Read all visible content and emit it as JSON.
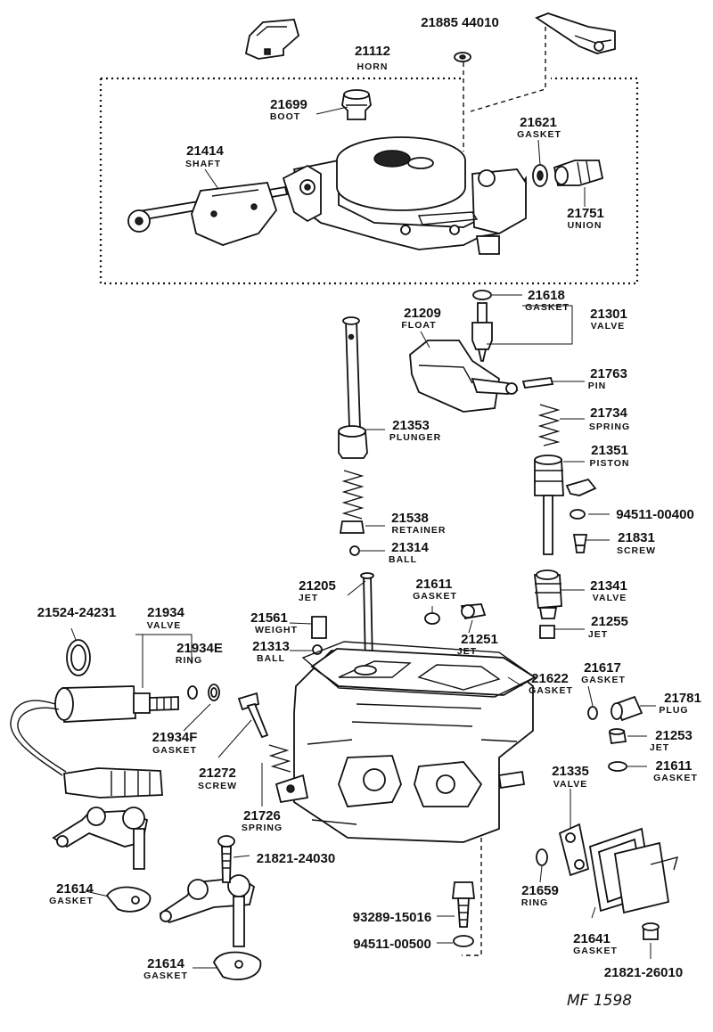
{
  "parts": {
    "p21885": {
      "num": "21885 44010"
    },
    "p21112": {
      "num": "21112",
      "name": "HORN"
    },
    "p21699": {
      "num": "21699",
      "name": "BOOT"
    },
    "p21414": {
      "num": "21414",
      "name": "SHAFT"
    },
    "p21621": {
      "num": "21621",
      "name": "GASKET"
    },
    "p21751": {
      "num": "21751",
      "name": "UNION"
    },
    "p21618": {
      "num": "21618",
      "name": "GASKET"
    },
    "p21209": {
      "num": "21209",
      "name": "FLOAT"
    },
    "p21301": {
      "num": "21301",
      "name": "VALVE"
    },
    "p21763": {
      "num": "21763",
      "name": "PIN"
    },
    "p21353": {
      "num": "21353",
      "name": "PLUNGER"
    },
    "p21734": {
      "num": "21734",
      "name": "SPRING"
    },
    "p21351": {
      "num": "21351",
      "name": "PISTON"
    },
    "p94511a": {
      "num": "94511-00400"
    },
    "p21538": {
      "num": "21538",
      "name": "RETAINER"
    },
    "p21831": {
      "num": "21831",
      "name": "SCREW"
    },
    "p21314": {
      "num": "21314",
      "name": "BALL"
    },
    "p21205": {
      "num": "21205",
      "name": "JET"
    },
    "p21611a": {
      "num": "21611",
      "name": "GASKET"
    },
    "p21341": {
      "num": "21341",
      "name": "VALVE"
    },
    "p21524": {
      "num": "21524-24231"
    },
    "p21934": {
      "num": "21934",
      "name": "VALVE"
    },
    "p21561": {
      "num": "21561",
      "name": "WEIGHT"
    },
    "p21255": {
      "num": "21255",
      "name": "JET"
    },
    "p21934E": {
      "num": "21934E",
      "name": "RING"
    },
    "p21251": {
      "num": "21251",
      "name": "JET"
    },
    "p21313": {
      "num": "21313",
      "name": "BALL"
    },
    "p21622": {
      "num": "21622",
      "name": "GASKET"
    },
    "p21617": {
      "num": "21617",
      "name": "GASKET"
    },
    "p21781": {
      "num": "21781",
      "name": "PLUG"
    },
    "p21934F": {
      "num": "21934F",
      "name": "GASKET"
    },
    "p21253": {
      "num": "21253",
      "name": "JET"
    },
    "p21611b": {
      "num": "21611",
      "name": "GASKET"
    },
    "p21272": {
      "num": "21272",
      "name": "SCREW"
    },
    "p21335": {
      "num": "21335",
      "name": "VALVE"
    },
    "p21726": {
      "num": "21726",
      "name": "SPRING"
    },
    "p21821a": {
      "num": "21821-24030"
    },
    "p21614a": {
      "num": "21614",
      "name": "GASKET"
    },
    "p21659": {
      "num": "21659",
      "name": "RING"
    },
    "p93289": {
      "num": "93289-15016"
    },
    "p94511b": {
      "num": "94511-00500"
    },
    "p21641": {
      "num": "21641",
      "name": "GASKET"
    },
    "p21614b": {
      "num": "21614",
      "name": "GASKET"
    },
    "p21821b": {
      "num": "21821-26010"
    }
  },
  "footer": {
    "mark": "MF 1598"
  }
}
